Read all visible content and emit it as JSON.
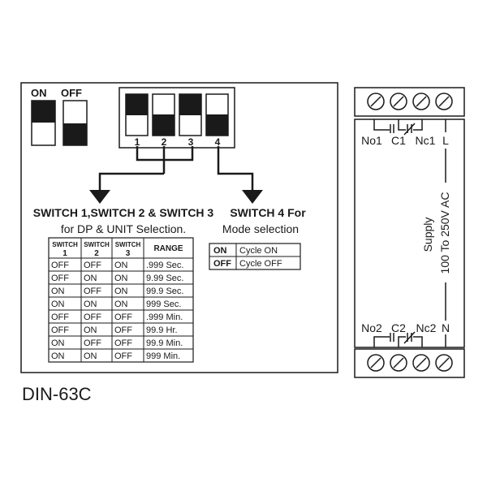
{
  "legend": {
    "on": "ON",
    "off": "OFF"
  },
  "dip_labels": [
    "1",
    "2",
    "3",
    "4"
  ],
  "dip_positions": [
    "ON",
    "OFF",
    "ON",
    "OFF"
  ],
  "caption_left": {
    "line1": "SWITCH 1,SWITCH 2 & SWITCH 3",
    "line2": "for DP & UNIT Selection."
  },
  "caption_right": {
    "line1": "SWITCH 4 For",
    "line2": "Mode selection"
  },
  "range_table": {
    "headers": [
      [
        "SWITCH",
        "1"
      ],
      [
        "SWITCH",
        "2"
      ],
      [
        "SWITCH",
        "3"
      ],
      [
        "RANGE"
      ]
    ],
    "rows": [
      [
        "OFF",
        "OFF",
        "ON",
        ".999 Sec."
      ],
      [
        "OFF",
        "ON",
        "ON",
        "9.99 Sec."
      ],
      [
        "ON",
        "OFF",
        "ON",
        "99.9 Sec."
      ],
      [
        "ON",
        "ON",
        "ON",
        "999 Sec."
      ],
      [
        "OFF",
        "OFF",
        "OFF",
        ".999 Min."
      ],
      [
        "OFF",
        "ON",
        "OFF",
        "99.9 Hr."
      ],
      [
        "ON",
        "OFF",
        "OFF",
        "99.9 Min."
      ],
      [
        "ON",
        "ON",
        "OFF",
        "999 Min."
      ]
    ]
  },
  "mode_table": [
    [
      "ON",
      "Cycle ON"
    ],
    [
      "OFF",
      "Cycle OFF"
    ]
  ],
  "model": "DIN-63C",
  "relay": {
    "top_labels": [
      "No1",
      "C1",
      "Nc1",
      "L"
    ],
    "bottom_labels": [
      "No2",
      "C2",
      "Nc2",
      "N"
    ],
    "supply_line1": "Supply",
    "supply_line2": "100 To 250V AC"
  },
  "colors": {
    "ink": "#1a1a1a",
    "paper": "#ffffff"
  }
}
